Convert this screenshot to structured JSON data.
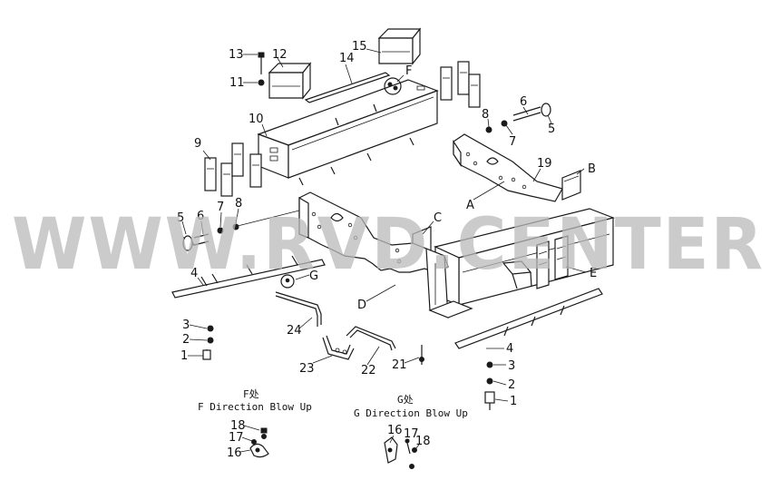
{
  "watermark": "WWW.RVD.CENTER",
  "captions": {
    "f_title": "F处",
    "f_subtitle": "F Direction Blow Up",
    "g_title": "G处",
    "g_subtitle": "G Direction Blow Up"
  },
  "callouts": {
    "n13": "13",
    "n12": "12",
    "n15": "15",
    "n14": "14",
    "n11": "11",
    "n10": "10",
    "n9": "9",
    "n8_left": "8",
    "n7_left": "7",
    "n6_left": "6",
    "n5_left": "5",
    "n8_right": "8",
    "n7_right": "7",
    "n6_right": "6",
    "n5_right": "5",
    "n19": "19",
    "n4_left": "4",
    "n3_left": "3",
    "n2_left": "2",
    "n1_left": "1",
    "n24": "24",
    "n23": "23",
    "n22": "22",
    "n21": "21",
    "n4_right": "4",
    "n3_right": "3",
    "n2_right": "2",
    "n1_right": "1",
    "n18_f": "18",
    "n17_f": "17",
    "n16_f": "16",
    "n16_g": "16",
    "n17_g": "17",
    "n18_g": "18"
  },
  "letters": {
    "F": "F",
    "A": "A",
    "B": "B",
    "C": "C",
    "D": "D",
    "E": "E",
    "G": "G"
  }
}
